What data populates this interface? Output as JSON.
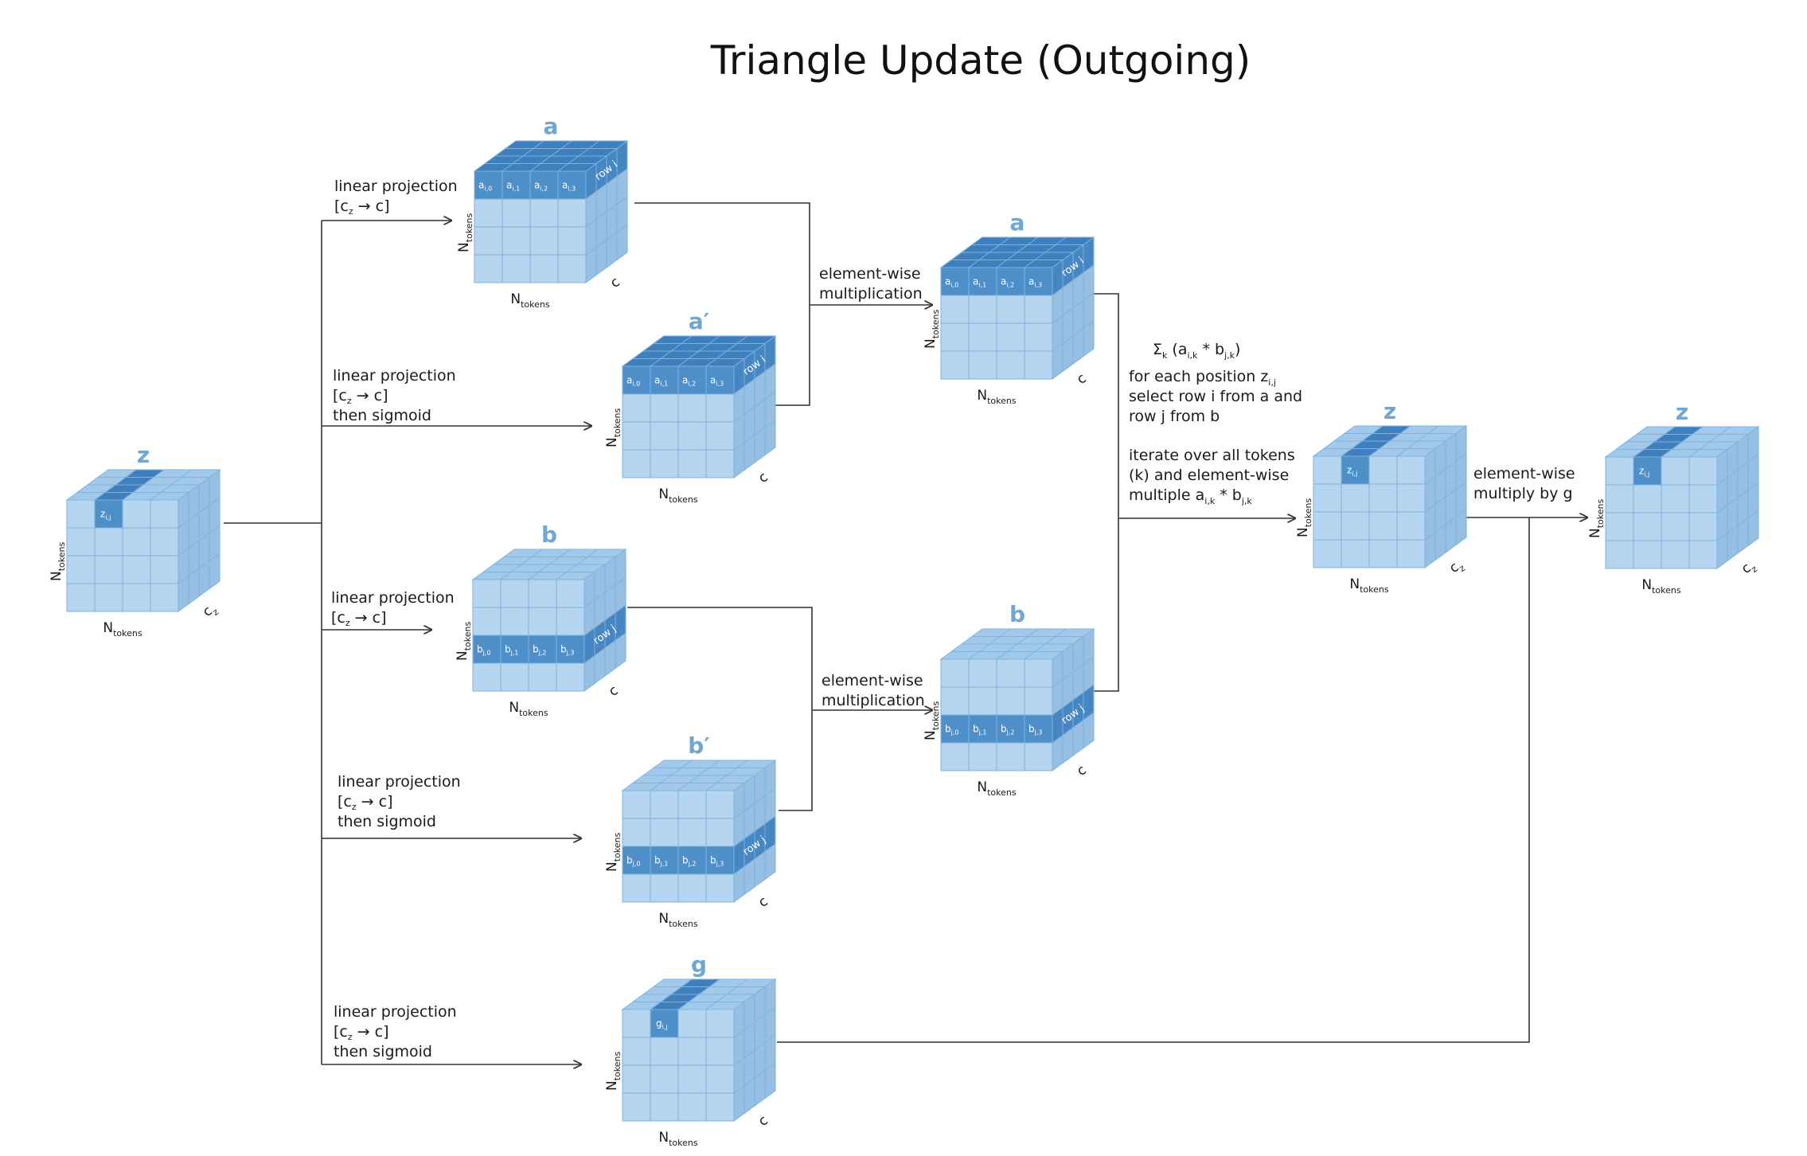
{
  "title": "Triangle Update (Outgoing)",
  "axis_labels": {
    "rows": "N",
    "cols": "N",
    "sub": "tokens",
    "depth_c": "c",
    "depth_cz": "c",
    "depth_cz_sub": "z"
  },
  "cubes": {
    "z_in": {
      "label": "z",
      "cell": "z",
      "cell_sub": "i,j"
    },
    "a": {
      "label": "a",
      "row_tag": "row i",
      "cells": [
        "a",
        "a",
        "a",
        "a"
      ],
      "cell_subs": [
        "i,0",
        "i,1",
        "i,2",
        "i,3"
      ]
    },
    "a_prime": {
      "label": "a′",
      "row_tag": "row i",
      "cells": [
        "a",
        "a",
        "a",
        "a"
      ],
      "cell_subs": [
        "i,0",
        "i,1",
        "i,2",
        "i,3"
      ]
    },
    "b": {
      "label": "b",
      "row_tag": "row j",
      "cells": [
        "b",
        "b",
        "b",
        "b"
      ],
      "cell_subs": [
        "j,0",
        "j,1",
        "j,2",
        "j,3"
      ]
    },
    "b_prime": {
      "label": "b′",
      "row_tag": "row j",
      "cells": [
        "b",
        "b",
        "b",
        "b"
      ],
      "cell_subs": [
        "j,0",
        "j,1",
        "j,2",
        "j,3"
      ]
    },
    "g": {
      "label": "g",
      "cell": "g",
      "cell_sub": "i,j"
    },
    "a_mul": {
      "label": "a",
      "row_tag": "row i",
      "cells": [
        "a",
        "a",
        "a",
        "a"
      ],
      "cell_subs": [
        "i,0",
        "i,1",
        "i,2",
        "i,3"
      ]
    },
    "b_mul": {
      "label": "b",
      "row_tag": "row j",
      "cells": [
        "b",
        "b",
        "b",
        "b"
      ],
      "cell_subs": [
        "j,0",
        "j,1",
        "j,2",
        "j,3"
      ]
    },
    "z_mid": {
      "label": "z",
      "cell": "z",
      "cell_sub": "i,j"
    },
    "z_out": {
      "label": "z",
      "cell": "z",
      "cell_sub": "i,j"
    }
  },
  "edge_labels": {
    "proj_a": {
      "line1": "linear projection",
      "line2_pre": "[c",
      "line2_sub": "z",
      "line2_post": " → c]"
    },
    "proj_a_prime": {
      "line1": "linear projection",
      "line2_pre": "[c",
      "line2_sub": "z",
      "line2_post": " → c]",
      "line3": "then sigmoid"
    },
    "proj_b": {
      "line1": "linear projection",
      "line2_pre": "[c",
      "line2_sub": "z",
      "line2_post": " → c]"
    },
    "proj_b_prime": {
      "line1": "linear projection",
      "line2_pre": "[c",
      "line2_sub": "z",
      "line2_post": " → c]",
      "line3": "then sigmoid"
    },
    "proj_g": {
      "line1": "linear projection",
      "line2_pre": "[c",
      "line2_sub": "z",
      "line2_post": " → c]",
      "line3": "then sigmoid"
    },
    "mul_a": {
      "line1": "element-wise",
      "line2": "multiplication"
    },
    "mul_b": {
      "line1": "element-wise",
      "line2": "multiplication"
    },
    "gate": {
      "line1": "element-wise",
      "line2": "multiply by g"
    }
  },
  "sum_note": {
    "formula_sigma": "Σ",
    "formula_k": "k",
    "formula_open": " (a",
    "formula_ik": "i,k",
    "formula_mid": " * b",
    "formula_jk": "j,k",
    "formula_close": ")",
    "l1": "for each position z",
    "l1_sub": "i,j",
    "l2": "select row i from a and",
    "l3": "row j from b",
    "l4": "iterate over all tokens",
    "l5": "(k) and element-wise",
    "l6_pre": "multiple a",
    "l6_sub1": "i,k",
    "l6_mid": " * b",
    "l6_sub2": "j,k"
  },
  "colors": {
    "cube_light": "#b5d5f1",
    "cube_top": "#a3c9ea",
    "cube_side": "#97bfe4",
    "grid": "#7fb2dc",
    "highlight": "#4f8fc9",
    "highlight_top": "#3f7fbd",
    "highlight_side": "#4686c2",
    "label_blue": "#6fa6d2"
  }
}
